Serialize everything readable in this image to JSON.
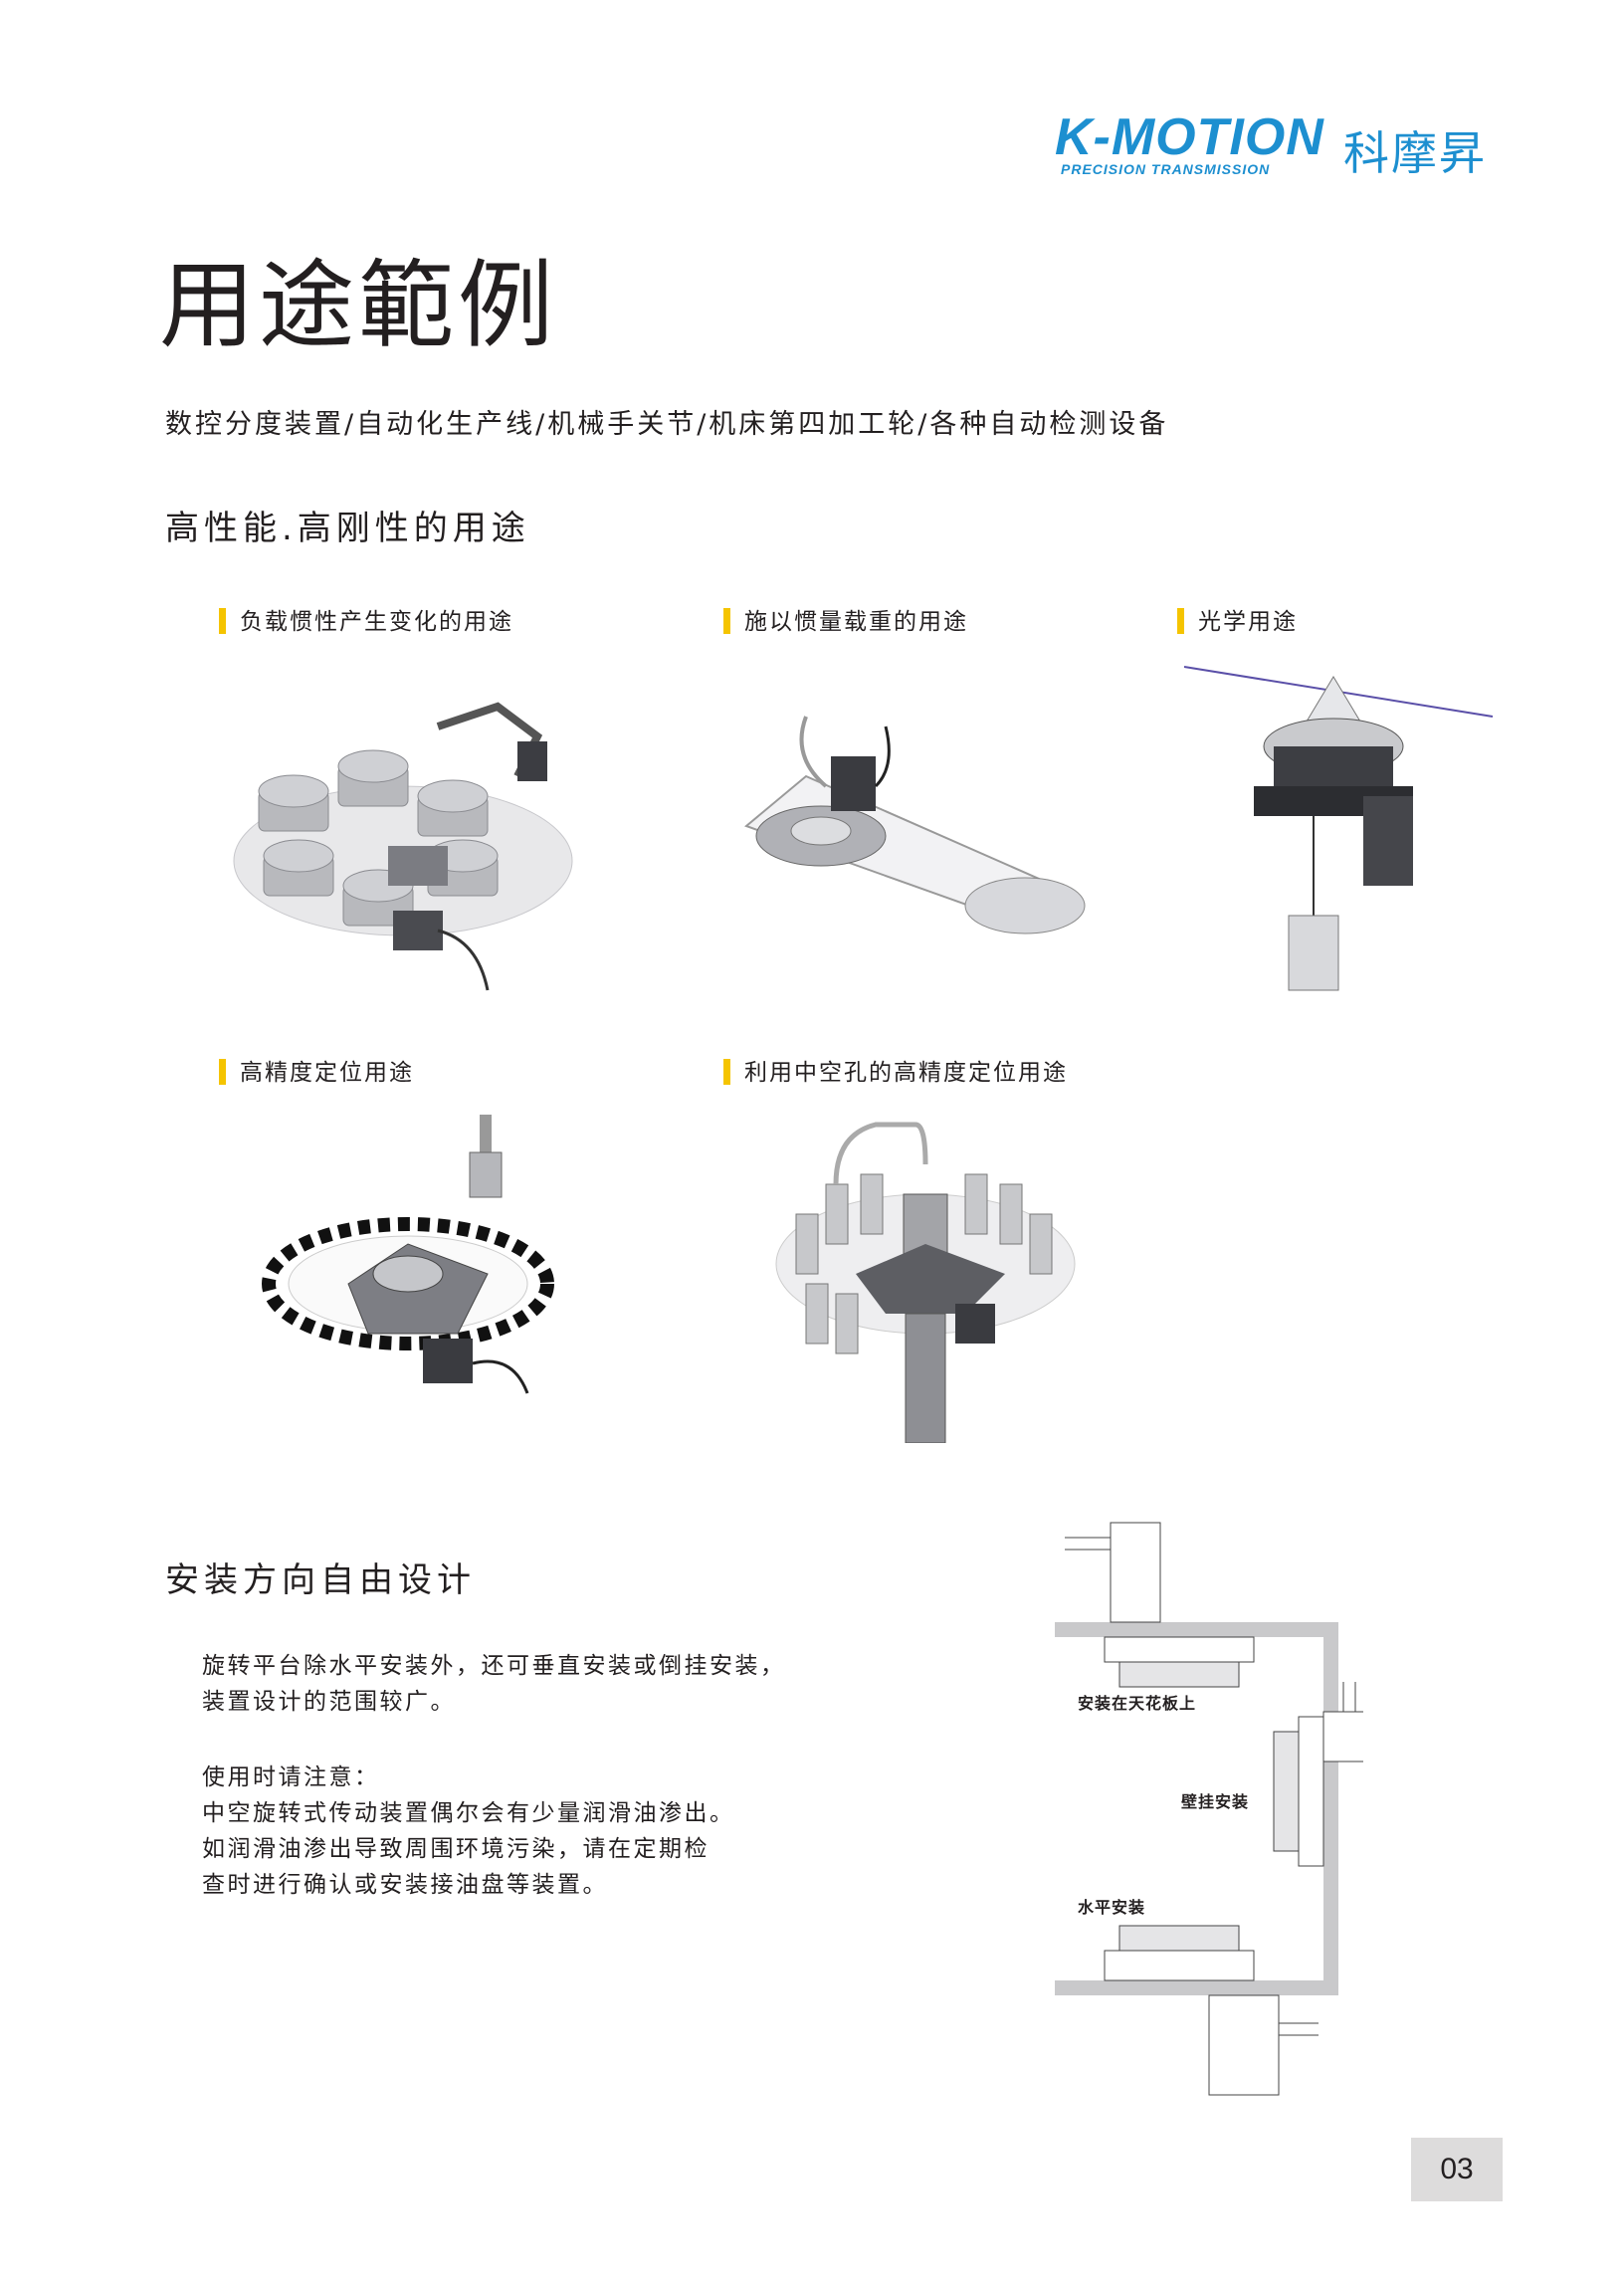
{
  "brand": {
    "name": "K-MOTION",
    "tagline": "PRECISION TRANSMISSION",
    "name_cn": "科摩昇",
    "color": "#1d8fd0"
  },
  "page_title": "用途範例",
  "subtitle": "数控分度装置/自动化生产线/机械手关节/机床第四加工轮/各种自动检测设备",
  "section1": {
    "heading": "高性能.高刚性的用途",
    "items": [
      {
        "caption": "负载惯性产生变化的用途"
      },
      {
        "caption": "施以惯量载重的用途"
      },
      {
        "caption": "光学用途"
      },
      {
        "caption": "高精度定位用途"
      },
      {
        "caption": "利用中空孔的高精度定位用途"
      }
    ]
  },
  "section2": {
    "heading": "安装方向自由设计",
    "paragraph1": [
      "旋转平台除水平安装外，还可垂直安装或倒挂安装，",
      "装置设计的范围较广。"
    ],
    "note_title": "使用时请注意：",
    "note_lines": [
      "中空旋转式传动装置偶尔会有少量润滑油渗出。",
      "如润滑油渗出导致周围环境污染，请在定期检",
      "查时进行确认或安装接油盘等装置。"
    ],
    "diagram_labels": {
      "ceiling": "安装在天花板上",
      "wall": "壁挂安装",
      "horizontal": "水平安装"
    }
  },
  "accent_color": "#f5c400",
  "page_number": "03"
}
